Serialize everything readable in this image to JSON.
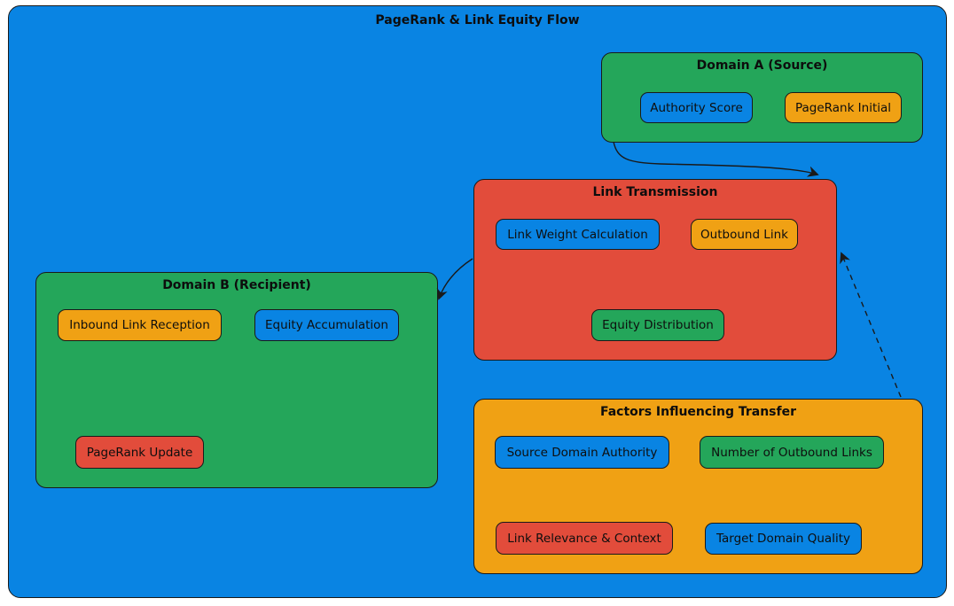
{
  "title": "PageRank & Link Equity Flow",
  "colors": {
    "background_blue": "#0984e3",
    "green": "#24a65a",
    "red": "#e24c3b",
    "orange": "#f0a114",
    "blue": "#0984e3",
    "border": "#1a1a1a"
  },
  "groups": {
    "domain_a": {
      "title": "Domain A (Source)",
      "color": "green",
      "nodes": {
        "authority_score": {
          "label": "Authority Score",
          "color": "blue"
        },
        "pagerank_initial": {
          "label": "PageRank Initial",
          "color": "orange"
        }
      }
    },
    "link_transmission": {
      "title": "Link Transmission",
      "color": "red",
      "nodes": {
        "link_weight_calculation": {
          "label": "Link Weight Calculation",
          "color": "blue"
        },
        "outbound_link": {
          "label": "Outbound Link",
          "color": "orange"
        },
        "equity_distribution": {
          "label": "Equity Distribution",
          "color": "green"
        }
      }
    },
    "domain_b": {
      "title": "Domain B (Recipient)",
      "color": "green",
      "nodes": {
        "inbound_link_reception": {
          "label": "Inbound Link Reception",
          "color": "orange"
        },
        "equity_accumulation": {
          "label": "Equity Accumulation",
          "color": "blue"
        },
        "pagerank_update": {
          "label": "PageRank Update",
          "color": "red"
        }
      }
    },
    "factors": {
      "title": "Factors Influencing Transfer",
      "color": "orange",
      "nodes": {
        "source_domain_authority": {
          "label": "Source Domain Authority",
          "color": "blue"
        },
        "number_of_outbound_links": {
          "label": "Number of Outbound Links",
          "color": "green"
        },
        "link_relevance_context": {
          "label": "Link Relevance & Context",
          "color": "red"
        },
        "target_domain_quality": {
          "label": "Target Domain Quality",
          "color": "blue"
        }
      }
    }
  },
  "edges": [
    {
      "from": "domain_a",
      "to": "link_transmission",
      "style": "solid"
    },
    {
      "from": "link_transmission",
      "to": "domain_b",
      "style": "solid"
    },
    {
      "from": "factors",
      "to": "link_transmission",
      "style": "dashed"
    }
  ]
}
